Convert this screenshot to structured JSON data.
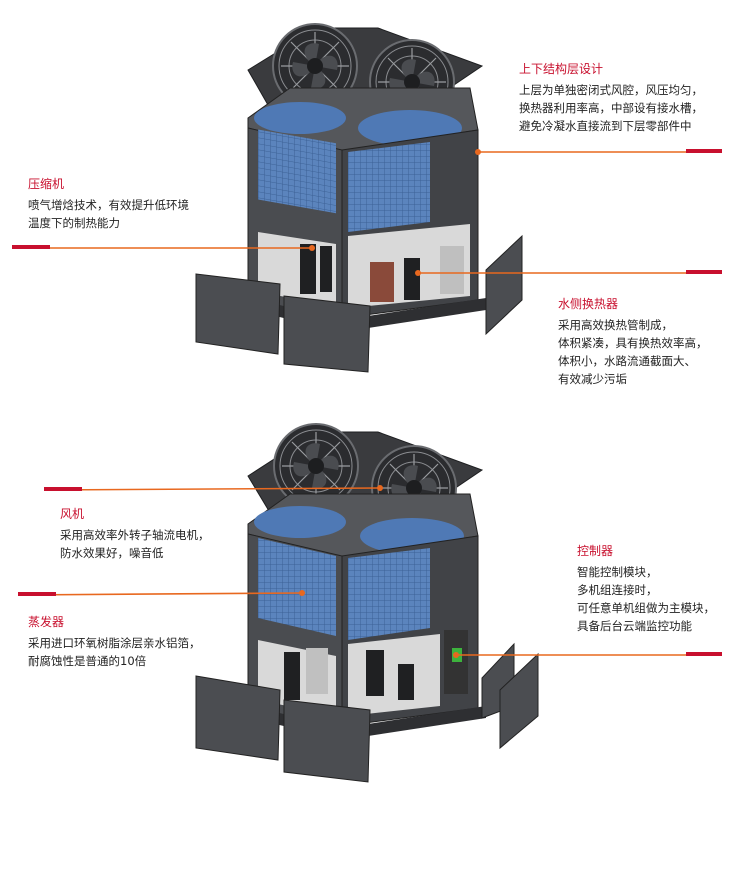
{
  "colors": {
    "title": "#c8102e",
    "body_text": "#222222",
    "leader_line": "#e8681f",
    "marker": "#c8102e",
    "unit_body": "#4a4c50",
    "coil_blue": "#4f79b5"
  },
  "callouts": {
    "structure": {
      "title": "上下结构层设计",
      "lines": [
        "上层为单独密闭式风腔，风压均匀，",
        "换热器利用率高，中部设有接水槽，",
        "避免冷凝水直接流到下层零部件中"
      ]
    },
    "compressor": {
      "title": "压缩机",
      "lines": [
        "喷气增焓技术，有效提升低环境",
        "温度下的制热能力"
      ]
    },
    "water_hx": {
      "title": "水侧换热器",
      "lines": [
        "采用高效换热管制成，",
        "体积紧凑，具有换热效率高，",
        "体积小，水路流通截面大、",
        "有效减少污垢"
      ]
    },
    "fan": {
      "title": "风机",
      "lines": [
        "采用高效率外转子轴流电机，",
        "防水效果好，噪音低"
      ]
    },
    "evaporator": {
      "title": "蒸发器",
      "lines": [
        "采用进口环氧树脂涂层亲水铝箔，",
        "耐腐蚀性是普通的10倍"
      ]
    },
    "controller": {
      "title": "控制器",
      "lines": [
        "智能控制模块，",
        "多机组连接时，",
        "可任意单机组做为主模块，",
        "具备后台云端监控功能"
      ]
    }
  }
}
